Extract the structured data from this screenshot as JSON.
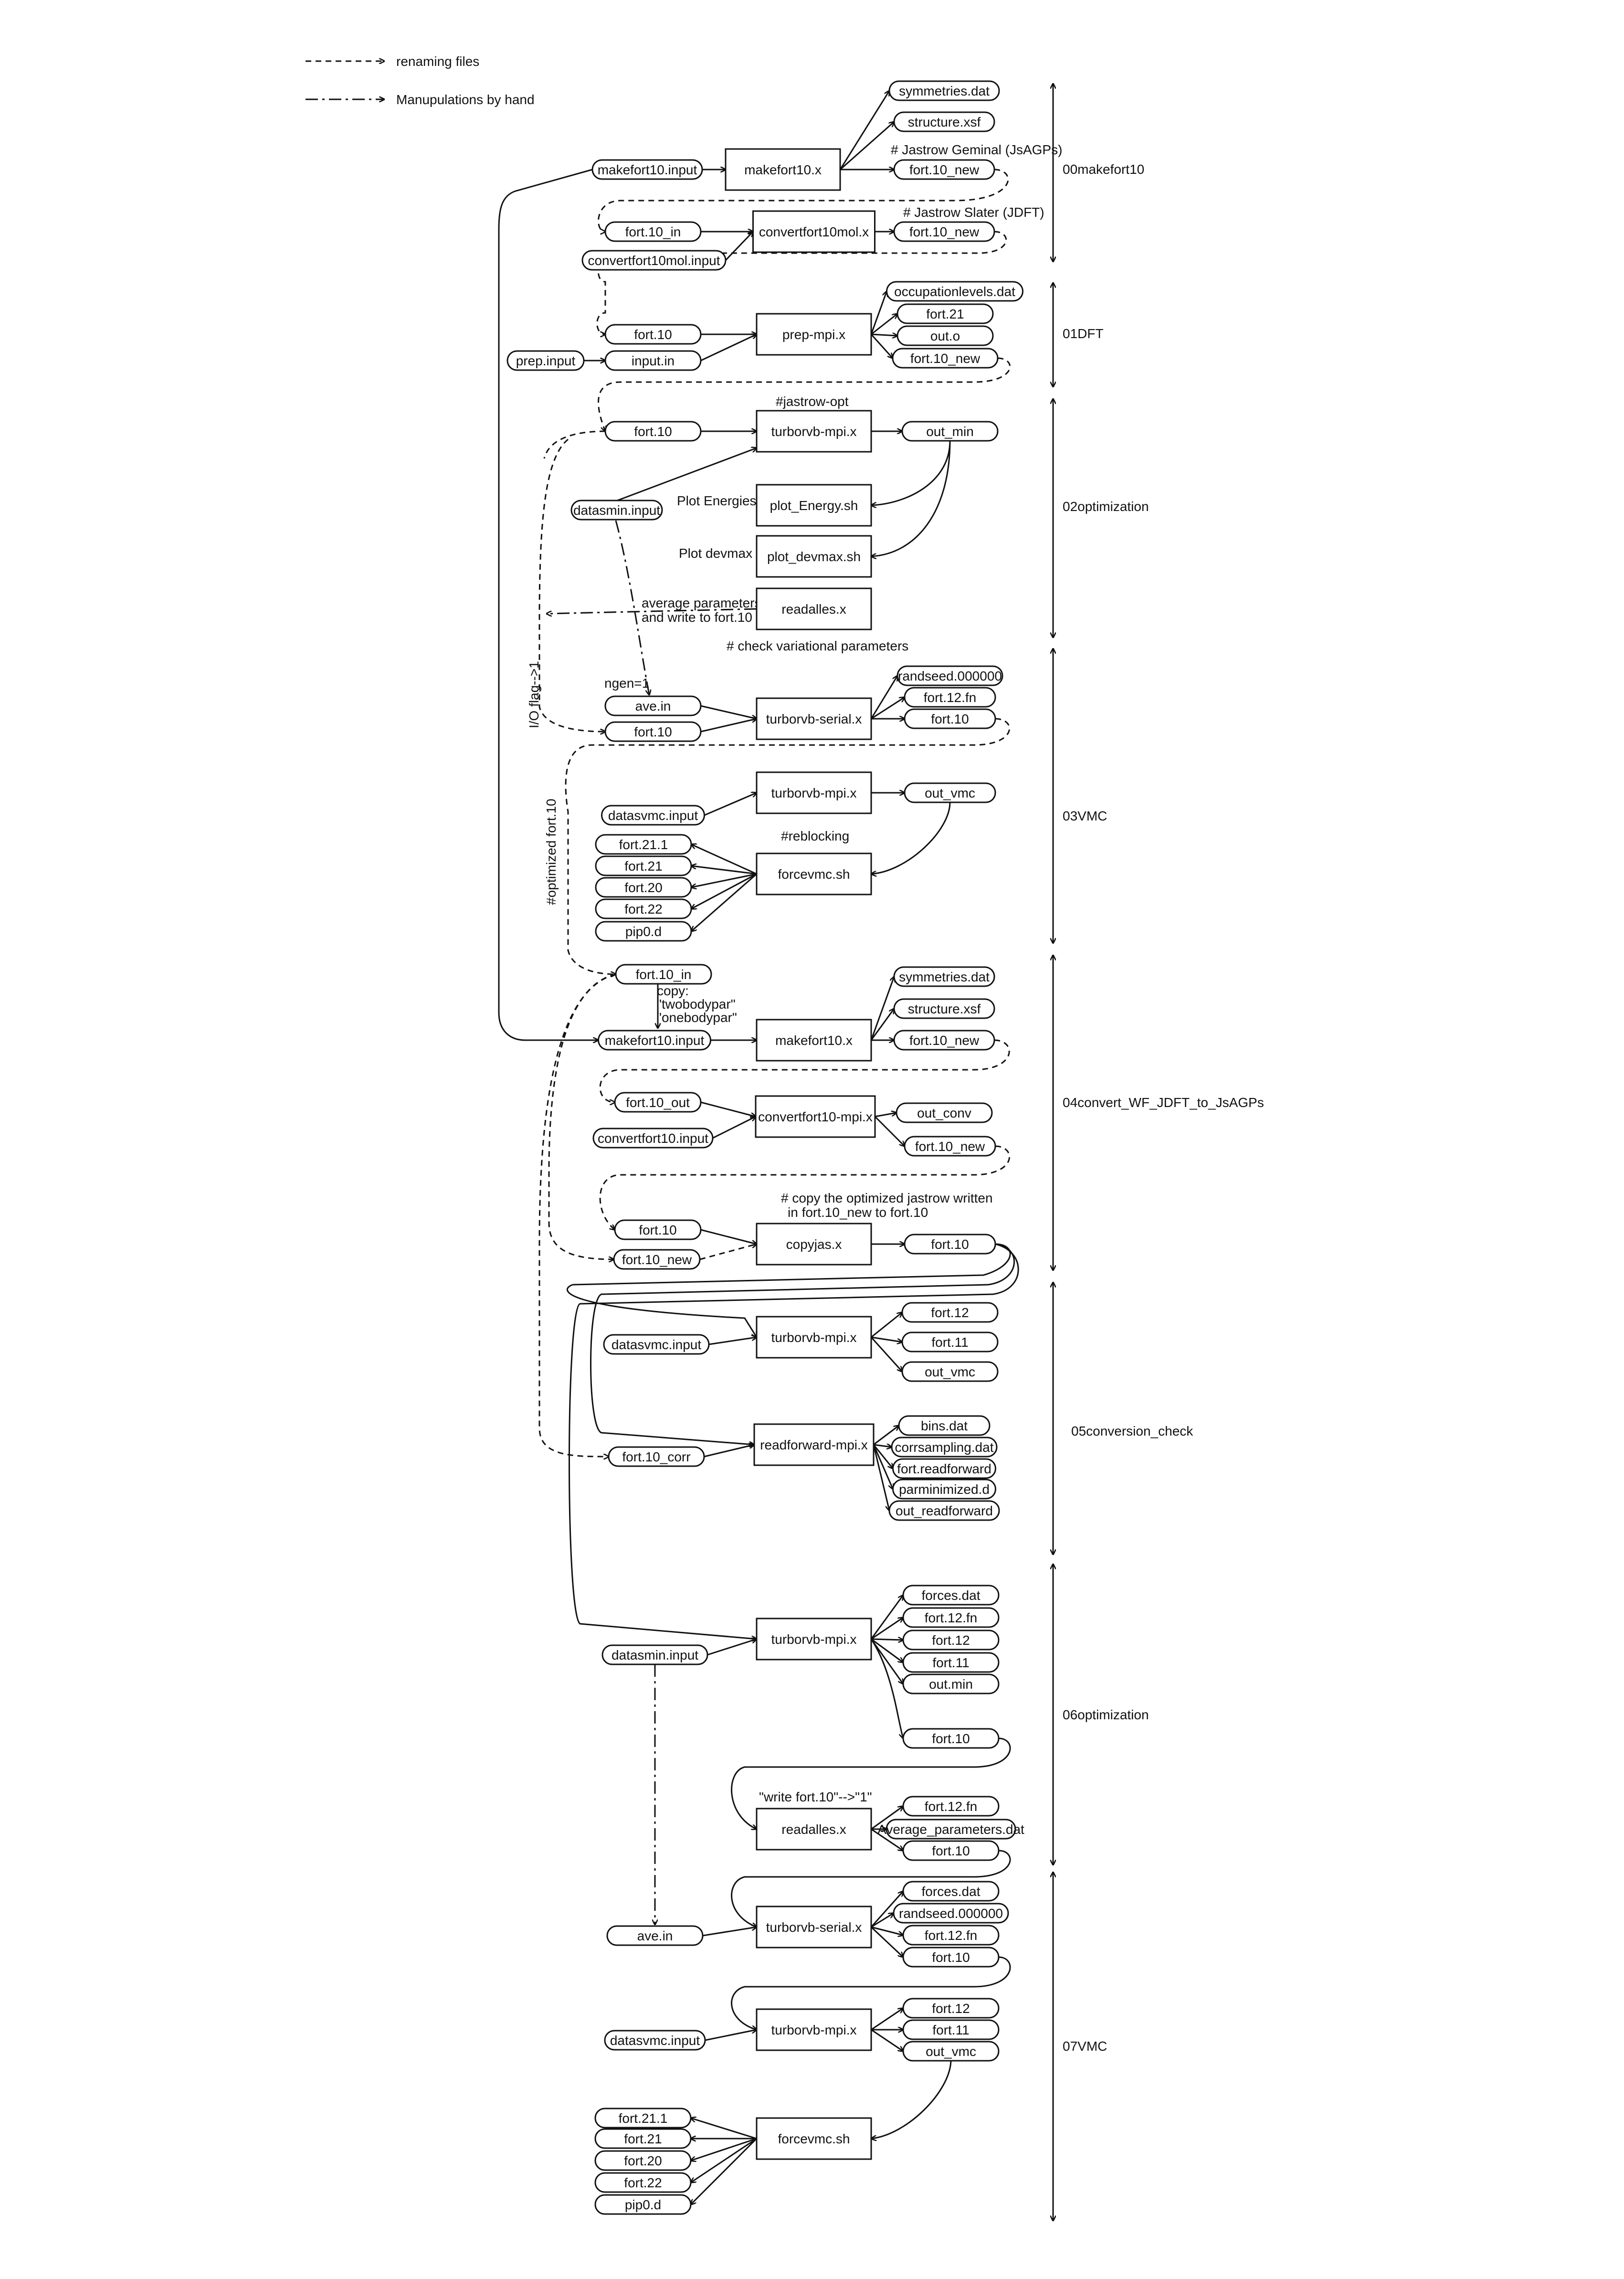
{
  "legend": [
    {
      "text": "renaming files",
      "style": "dashed"
    },
    {
      "text": "Manupulations by hand",
      "style": "dash-dot"
    }
  ],
  "sections": [
    "00makefort10",
    "01DFT",
    "02optimization",
    "03VMC",
    "04convert_WF_JDFT_to_JsAGPs",
    "05conversion_check",
    "06optimization",
    "07VMC"
  ],
  "programs": [
    "makefort10.x",
    "convertfort10mol.x",
    "prep-mpi.x",
    "turborvb-mpi.x",
    "plot_Energy.sh",
    "plot_devmax.sh",
    "readalles.x",
    "turborvb-serial.x",
    "turborvb-mpi.x",
    "forcevmc.sh",
    "makefort10.x",
    "convertfort10-mpi.x",
    "copyjas.x",
    "turborvb-mpi.x",
    "readforward-mpi.x",
    "turborvb-mpi.x",
    "readalles.x",
    "turborvb-serial.x",
    "turborvb-mpi.x",
    "forcevmc.sh"
  ],
  "files": [
    "makefort10.input",
    "symmetries.dat",
    "structure.xsf",
    "fort.10_new",
    "fort.10_in",
    "convertfort10mol.input",
    "fort.10_new",
    "prep.input",
    "fort.10",
    "input.in",
    "occupationlevels.dat",
    "fort.21",
    "out.o",
    "fort.10_new",
    "fort.10",
    "out_min",
    "datasmin.input",
    "ave.in",
    "fort.10",
    "randseed.000000",
    "fort.12.fn",
    "fort.10",
    "datasvmc.input",
    "out_vmc",
    "fort.21.1",
    "fort.21",
    "fort.20",
    "fort.22",
    "pip0.d",
    "fort.10_in",
    "makefort10.input",
    "symmetries.dat",
    "structure.xsf",
    "fort.10_new",
    "fort.10_out",
    "convertfort10.input",
    "out_conv",
    "fort.10_new",
    "fort.10",
    "fort.10_new",
    "fort.10",
    "datasvmc.input",
    "fort.12",
    "fort.11",
    "out_vmc",
    "fort.10_corr",
    "bins.dat",
    "corrsampling.dat",
    "fort.readforward",
    "parminimized.d",
    "out_readforward",
    "datasmin.input",
    "forces.dat",
    "fort.12.fn",
    "fort.12",
    "fort.11",
    "out.min",
    "fort.10",
    "fort.12.fn",
    "Average_parameters.dat",
    "fort.10",
    "ave.in",
    "forces.dat",
    "randseed.000000",
    "fort.12.fn",
    "fort.10",
    "datasvmc.input",
    "fort.12",
    "fort.11",
    "out_vmc",
    "fort.21.1",
    "fort.21",
    "fort.20",
    "fort.22",
    "pip0.d"
  ],
  "annotations": [
    "# Jastrow Geminal (JsAGPs)",
    "# Jastrow Slater (JDFT)",
    "#jastrow-opt",
    "Plot Energies",
    "Plot devmax",
    "average parameters",
    "and write to fort.10",
    "# check variational parameters",
    "ngen=1",
    "I/O flag-->1",
    "#optimized fort.10",
    "#reblocking",
    "copy:",
    "\"twobodypar\"",
    "\"onebodypar\"",
    "# copy the optimized jastrow written",
    "in fort.10_new to fort.10",
    "\"write fort.10\"-->\"1\""
  ]
}
